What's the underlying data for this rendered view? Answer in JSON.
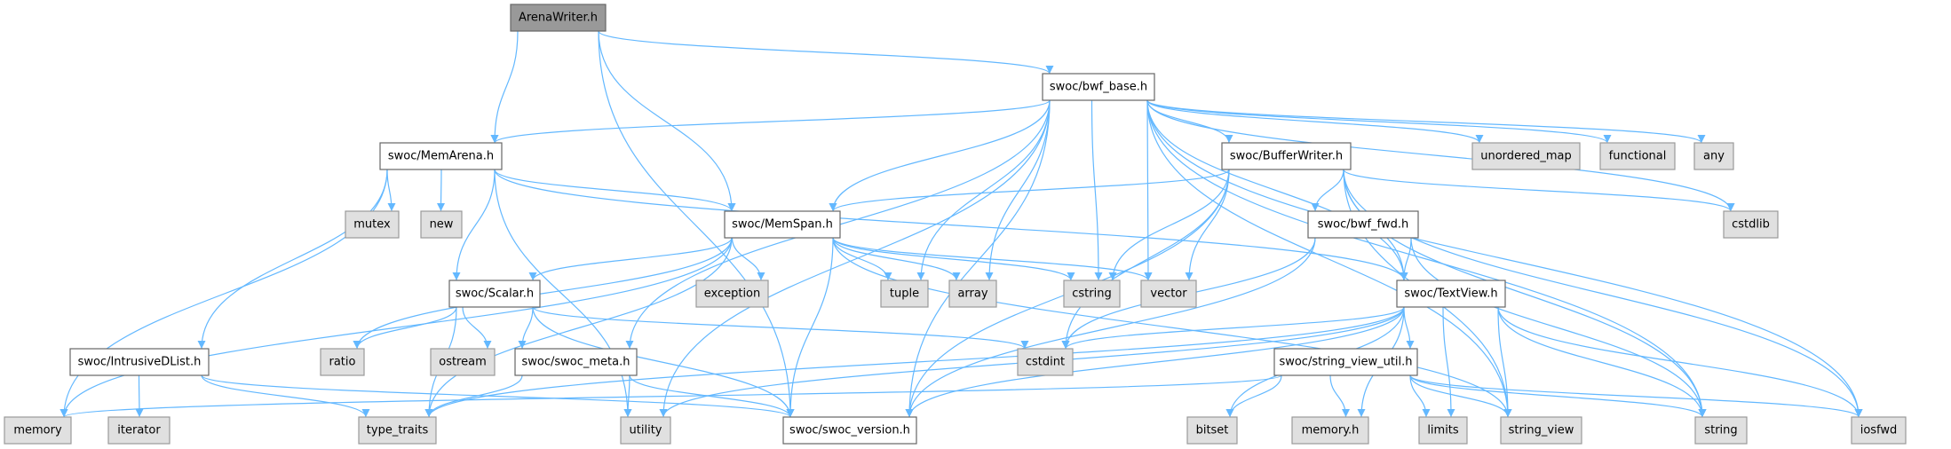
{
  "title": "ArenaWriter.h include dependency graph",
  "colors": {
    "edge": "#63b8ff",
    "root_fill": "#999999",
    "local_fill": "#ffffff",
    "system_fill": "#e0e0e0",
    "local_border": "#666666",
    "system_border": "#999999"
  },
  "nodes": [
    {
      "id": "ArenaWriter",
      "label": "ArenaWriter.h",
      "kind": "root"
    },
    {
      "id": "bwf_base",
      "label": "swoc/bwf_base.h",
      "kind": "local"
    },
    {
      "id": "MemArena",
      "label": "swoc/MemArena.h",
      "kind": "local"
    },
    {
      "id": "BufferWriter",
      "label": "swoc/BufferWriter.h",
      "kind": "local"
    },
    {
      "id": "unordered_map",
      "label": "unordered_map",
      "kind": "system"
    },
    {
      "id": "functional",
      "label": "functional",
      "kind": "system"
    },
    {
      "id": "any",
      "label": "any",
      "kind": "system"
    },
    {
      "id": "mutex",
      "label": "mutex",
      "kind": "system"
    },
    {
      "id": "new",
      "label": "new",
      "kind": "system"
    },
    {
      "id": "MemSpan",
      "label": "swoc/MemSpan.h",
      "kind": "local"
    },
    {
      "id": "bwf_fwd",
      "label": "swoc/bwf_fwd.h",
      "kind": "local"
    },
    {
      "id": "cstdlib",
      "label": "cstdlib",
      "kind": "system"
    },
    {
      "id": "Scalar",
      "label": "swoc/Scalar.h",
      "kind": "local"
    },
    {
      "id": "exception",
      "label": "exception",
      "kind": "system"
    },
    {
      "id": "tuple",
      "label": "tuple",
      "kind": "system"
    },
    {
      "id": "array",
      "label": "array",
      "kind": "system"
    },
    {
      "id": "cstring",
      "label": "cstring",
      "kind": "system"
    },
    {
      "id": "vector",
      "label": "vector",
      "kind": "system"
    },
    {
      "id": "TextView",
      "label": "swoc/TextView.h",
      "kind": "local"
    },
    {
      "id": "IntrusiveDList",
      "label": "swoc/IntrusiveDList.h",
      "kind": "local"
    },
    {
      "id": "ratio",
      "label": "ratio",
      "kind": "system"
    },
    {
      "id": "ostream",
      "label": "ostream",
      "kind": "system"
    },
    {
      "id": "swoc_meta",
      "label": "swoc/swoc_meta.h",
      "kind": "local"
    },
    {
      "id": "cstdint",
      "label": "cstdint",
      "kind": "system"
    },
    {
      "id": "string_view_util",
      "label": "swoc/string_view_util.h",
      "kind": "local"
    },
    {
      "id": "memory",
      "label": "memory",
      "kind": "system"
    },
    {
      "id": "iterator",
      "label": "iterator",
      "kind": "system"
    },
    {
      "id": "type_traits",
      "label": "type_traits",
      "kind": "system"
    },
    {
      "id": "utility",
      "label": "utility",
      "kind": "system"
    },
    {
      "id": "swoc_version",
      "label": "swoc/swoc_version.h",
      "kind": "local"
    },
    {
      "id": "bitset",
      "label": "bitset",
      "kind": "system"
    },
    {
      "id": "memory_h",
      "label": "memory.h",
      "kind": "system"
    },
    {
      "id": "limits",
      "label": "limits",
      "kind": "system"
    },
    {
      "id": "string_view",
      "label": "string_view",
      "kind": "system"
    },
    {
      "id": "string",
      "label": "string",
      "kind": "system"
    },
    {
      "id": "iosfwd",
      "label": "iosfwd",
      "kind": "system"
    }
  ],
  "edges": [
    [
      "ArenaWriter",
      "MemArena"
    ],
    [
      "ArenaWriter",
      "swoc_version"
    ],
    [
      "ArenaWriter",
      "MemSpan"
    ],
    [
      "ArenaWriter",
      "bwf_base"
    ],
    [
      "bwf_base",
      "MemArena"
    ],
    [
      "bwf_base",
      "BufferWriter"
    ],
    [
      "bwf_base",
      "unordered_map"
    ],
    [
      "bwf_base",
      "functional"
    ],
    [
      "bwf_base",
      "any"
    ],
    [
      "bwf_base",
      "cstdlib"
    ],
    [
      "bwf_base",
      "string"
    ],
    [
      "bwf_base",
      "iosfwd"
    ],
    [
      "bwf_base",
      "string_view"
    ],
    [
      "bwf_base",
      "TextView"
    ],
    [
      "bwf_base",
      "vector"
    ],
    [
      "bwf_base",
      "cstring"
    ],
    [
      "bwf_base",
      "array"
    ],
    [
      "bwf_base",
      "tuple"
    ],
    [
      "bwf_base",
      "MemSpan"
    ],
    [
      "bwf_base",
      "swoc_meta"
    ],
    [
      "bwf_base",
      "utility"
    ],
    [
      "bwf_base",
      "swoc_version"
    ],
    [
      "MemArena",
      "mutex"
    ],
    [
      "MemArena",
      "new"
    ],
    [
      "MemArena",
      "MemSpan"
    ],
    [
      "MemArena",
      "Scalar"
    ],
    [
      "MemArena",
      "IntrusiveDList"
    ],
    [
      "MemArena",
      "memory"
    ],
    [
      "MemArena",
      "utility"
    ],
    [
      "MemArena",
      "TextView"
    ],
    [
      "BufferWriter",
      "MemSpan"
    ],
    [
      "BufferWriter",
      "bwf_fwd"
    ],
    [
      "BufferWriter",
      "cstdlib"
    ],
    [
      "BufferWriter",
      "TextView"
    ],
    [
      "BufferWriter",
      "string_view"
    ],
    [
      "BufferWriter",
      "string"
    ],
    [
      "BufferWriter",
      "iosfwd"
    ],
    [
      "BufferWriter",
      "cstring"
    ],
    [
      "BufferWriter",
      "vector"
    ],
    [
      "BufferWriter",
      "cstdint"
    ],
    [
      "BufferWriter",
      "swoc_version"
    ],
    [
      "MemSpan",
      "exception"
    ],
    [
      "MemSpan",
      "tuple"
    ],
    [
      "MemSpan",
      "array"
    ],
    [
      "MemSpan",
      "cstring"
    ],
    [
      "MemSpan",
      "vector"
    ],
    [
      "MemSpan",
      "Scalar"
    ],
    [
      "MemSpan",
      "ratio"
    ],
    [
      "MemSpan",
      "memory"
    ],
    [
      "MemSpan",
      "type_traits"
    ],
    [
      "MemSpan",
      "swoc_version"
    ],
    [
      "MemSpan",
      "string_view"
    ],
    [
      "bwf_fwd",
      "TextView"
    ],
    [
      "bwf_fwd",
      "string"
    ],
    [
      "bwf_fwd",
      "cstdint"
    ],
    [
      "bwf_fwd",
      "swoc_version"
    ],
    [
      "Scalar",
      "ratio"
    ],
    [
      "Scalar",
      "ostream"
    ],
    [
      "Scalar",
      "swoc_meta"
    ],
    [
      "Scalar",
      "type_traits"
    ],
    [
      "Scalar",
      "cstdint"
    ],
    [
      "Scalar",
      "swoc_version"
    ],
    [
      "TextView",
      "string_view_util"
    ],
    [
      "TextView",
      "bitset"
    ],
    [
      "TextView",
      "memory_h"
    ],
    [
      "TextView",
      "limits"
    ],
    [
      "TextView",
      "string_view"
    ],
    [
      "TextView",
      "string"
    ],
    [
      "TextView",
      "iosfwd"
    ],
    [
      "TextView",
      "cstdint"
    ],
    [
      "TextView",
      "utility"
    ],
    [
      "TextView",
      "type_traits"
    ],
    [
      "TextView",
      "swoc_version"
    ],
    [
      "swoc_meta",
      "type_traits"
    ],
    [
      "swoc_meta",
      "utility"
    ],
    [
      "swoc_meta",
      "swoc_version"
    ],
    [
      "IntrusiveDList",
      "iterator"
    ],
    [
      "IntrusiveDList",
      "type_traits"
    ],
    [
      "IntrusiveDList",
      "swoc_version"
    ],
    [
      "string_view_util",
      "memory"
    ],
    [
      "string_view_util",
      "bitset"
    ],
    [
      "string_view_util",
      "memory_h"
    ],
    [
      "string_view_util",
      "limits"
    ],
    [
      "string_view_util",
      "string_view"
    ],
    [
      "string_view_util",
      "string"
    ],
    [
      "string_view_util",
      "iosfwd"
    ]
  ]
}
